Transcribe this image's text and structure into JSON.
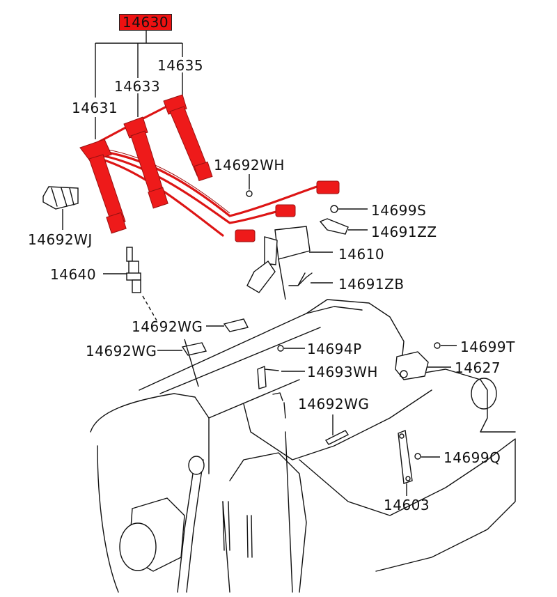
{
  "diagram": {
    "title": "Ignition parts exploded view",
    "highlight_color": "#ee1111",
    "callouts": [
      {
        "id": "14630",
        "label": "14630",
        "highlighted": true,
        "part": "spark plug cable set"
      },
      {
        "id": "14635",
        "label": "14635",
        "part": "cable 3"
      },
      {
        "id": "14633",
        "label": "14633",
        "part": "cable 2"
      },
      {
        "id": "14631",
        "label": "14631",
        "part": "cable 1"
      },
      {
        "id": "14692WH_a",
        "label": "14692WH",
        "part": "clip"
      },
      {
        "id": "14699S",
        "label": "14699S",
        "part": "bolt"
      },
      {
        "id": "14691ZZ",
        "label": "14691ZZ",
        "part": "bracket"
      },
      {
        "id": "14692WJ",
        "label": "14692WJ",
        "part": "cable holder"
      },
      {
        "id": "14610",
        "label": "14610",
        "part": "ignition coil"
      },
      {
        "id": "14640",
        "label": "14640",
        "part": "spark plug"
      },
      {
        "id": "14691ZB",
        "label": "14691ZB",
        "part": "bracket"
      },
      {
        "id": "14692WG_a",
        "label": "14692WG",
        "part": "clip"
      },
      {
        "id": "14692WG_b",
        "label": "14692WG",
        "part": "clip"
      },
      {
        "id": "14694P",
        "label": "14694P",
        "part": "bolt"
      },
      {
        "id": "14699T",
        "label": "14699T",
        "part": "bolt"
      },
      {
        "id": "14627",
        "label": "14627",
        "part": "sensor"
      },
      {
        "id": "14693WH",
        "label": "14693WH",
        "part": "clamp"
      },
      {
        "id": "14692WG_c",
        "label": "14692WG",
        "part": "clip"
      },
      {
        "id": "14699Q",
        "label": "14699Q",
        "part": "bolt"
      },
      {
        "id": "14603",
        "label": "14603",
        "part": "bracket"
      }
    ]
  }
}
